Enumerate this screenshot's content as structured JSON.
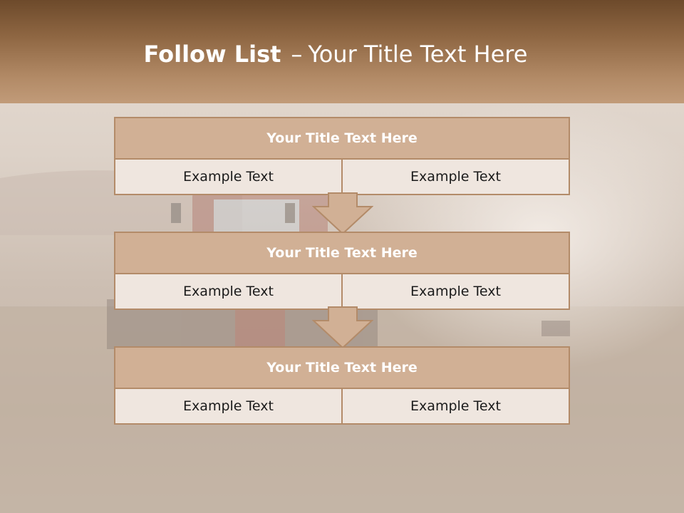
{
  "slide": {
    "title_bold": "Follow List",
    "title_dash": "–",
    "title_rest": "Your Title Text Here"
  },
  "steps": [
    {
      "title": "Your Title Text Here",
      "left": "Example Text",
      "right": "Example Text"
    },
    {
      "title": "Your Title Text Here",
      "left": "Example Text",
      "right": "Example Text"
    },
    {
      "title": "Your Title Text Here",
      "left": "Example Text",
      "right": "Example Text"
    }
  ],
  "colors": {
    "header_dark": "#6d4a2b",
    "header_light": "#c19b79",
    "box_title_fill": "#d1b095",
    "box_border": "#b38b69",
    "cell_fill": "#efe6df"
  },
  "background_image": "tractor-field-photo"
}
